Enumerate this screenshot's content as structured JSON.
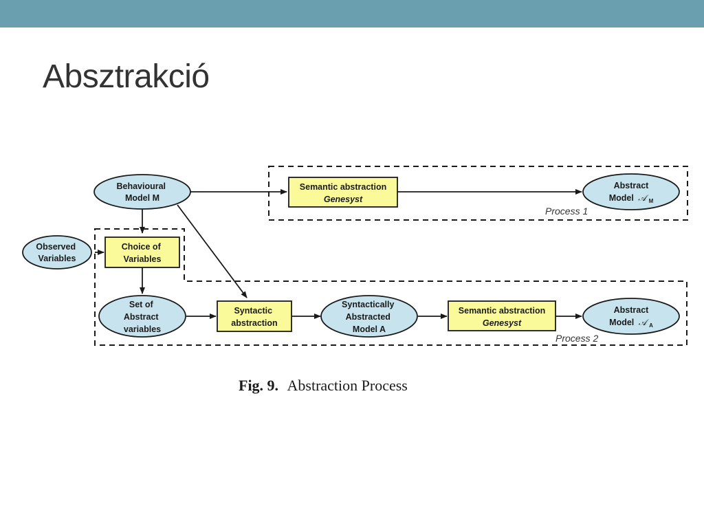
{
  "theme": {
    "top_bar_color": "#6a9fb0",
    "title_color": "#333333",
    "ellipse_fill": "#c7e4ee",
    "box_fill": "#fbfa9a",
    "stroke": "#1a1a1a"
  },
  "slide": {
    "title": "Absztrakció"
  },
  "diagram": {
    "nodes": {
      "behavioural_model": {
        "lines": [
          "Behavioural",
          "Model M"
        ]
      },
      "observed_variables": {
        "lines": [
          "Observed",
          "Variables"
        ]
      },
      "choice_of_variables": {
        "lines": [
          "Choice of",
          "Variables"
        ]
      },
      "set_of_abstract_variables": {
        "lines": [
          "Set of",
          "Abstract",
          "variables"
        ]
      },
      "syntactic_abstraction": {
        "lines": [
          "Syntactic",
          "abstraction"
        ]
      },
      "syntactically_abstracted_model": {
        "lines": [
          "Syntactically",
          "Abstracted",
          "Model A"
        ]
      },
      "semantic_abstraction_1": {
        "line1": "Semantic abstraction",
        "line2": "Genesyst"
      },
      "semantic_abstraction_2": {
        "line1": "Semantic abstraction",
        "line2": "Genesyst"
      },
      "abstract_model_m": {
        "line1": "Abstract",
        "line2": "Model",
        "symbol": "𝒜",
        "subscript": "M"
      },
      "abstract_model_a": {
        "line1": "Abstract",
        "line2": "Model",
        "symbol": "𝒜",
        "subscript": "A"
      }
    },
    "process_labels": {
      "process_1": "Process 1",
      "process_2": "Process 2"
    },
    "caption": {
      "label": "Fig. 9.",
      "text": "Abstraction Process"
    }
  }
}
